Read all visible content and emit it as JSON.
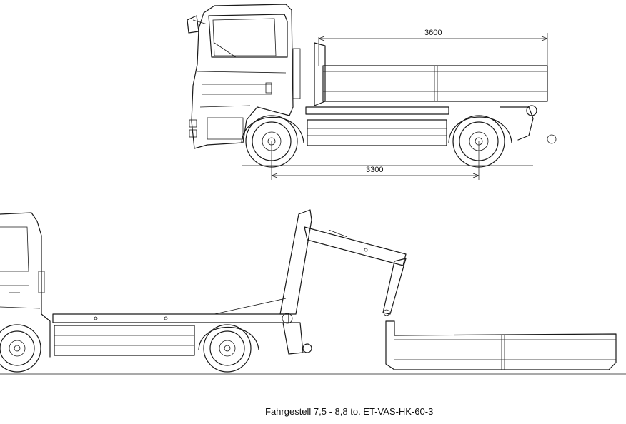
{
  "dimensions": {
    "body_length": "3600",
    "wheelbase": "3300"
  },
  "caption": "Fahrgestell 7,5 - 8,8 to. ET-VAS-HK-60-3",
  "colors": {
    "line": "#1a1a1a",
    "background": "#ffffff"
  }
}
